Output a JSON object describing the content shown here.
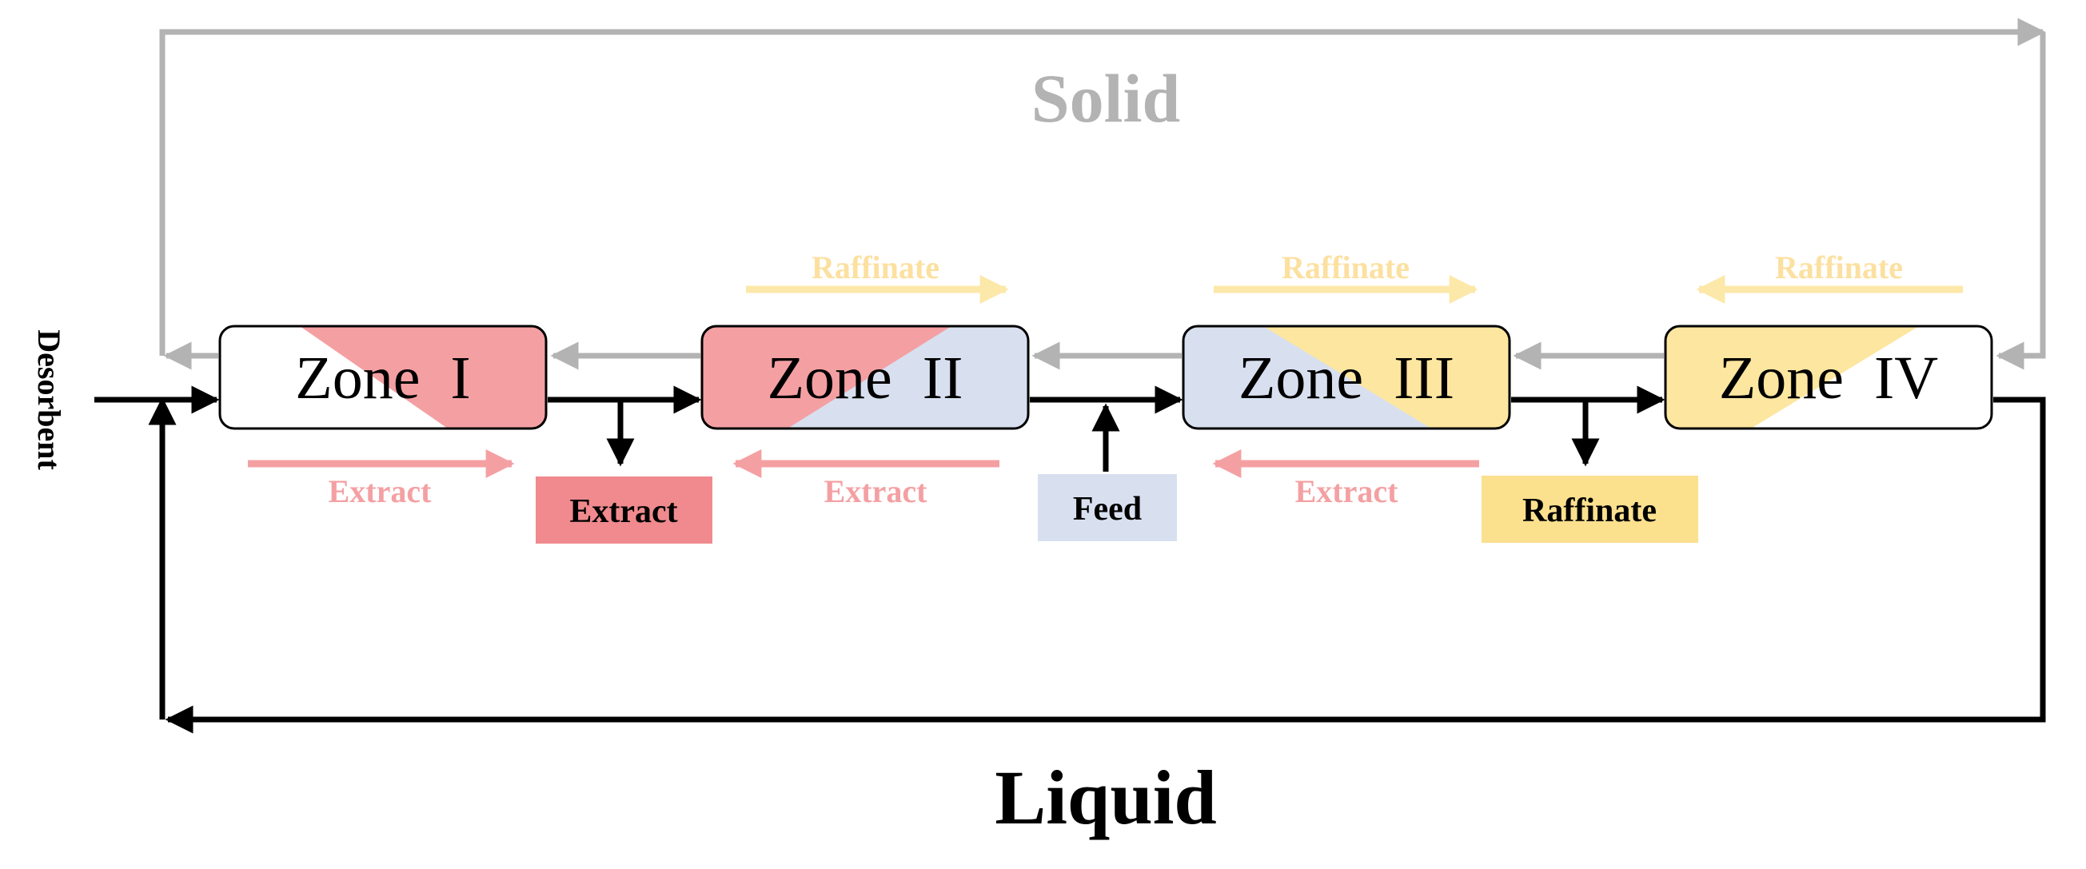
{
  "labels": {
    "solid": "Solid",
    "liquid": "Liquid",
    "desorbent": "Desorbent"
  },
  "zones": [
    {
      "id": "zone-1",
      "label": "Zone  I"
    },
    {
      "id": "zone-2",
      "label": "Zone  II"
    },
    {
      "id": "zone-3",
      "label": "Zone  III"
    },
    {
      "id": "zone-4",
      "label": "Zone  IV"
    }
  ],
  "streams": {
    "extract": "Extract",
    "feed": "Feed",
    "raffinate": "Raffinate"
  },
  "component_arrows": {
    "raffinate_label": "Raffinate",
    "extract_label": "Extract"
  },
  "colors": {
    "extract": "#f4a0a3",
    "extract_box": "#f08a8e",
    "feed": "#d8e0f0",
    "raffinate": "#fde6a0",
    "raffinate_box": "#fbe08e",
    "raffinate_arrow": "#fce8a8",
    "solid_flow": "#b3b3b3",
    "liquid_flow": "#000000"
  }
}
